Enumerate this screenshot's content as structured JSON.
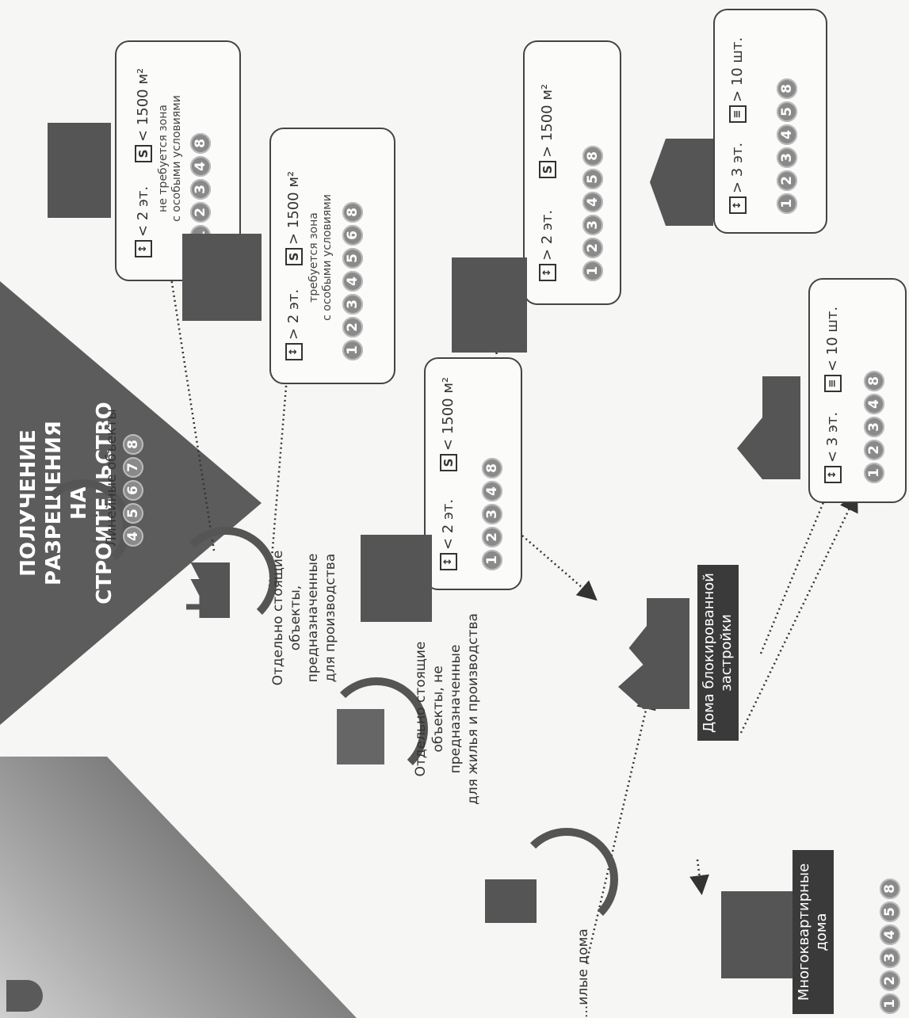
{
  "title": {
    "line1": "ПОЛУЧЕНИЕ",
    "line2": "РАЗРЕШЕНИЯ",
    "line3": "НА СТРОИТЕЛЬСТВО"
  },
  "linear": {
    "label": "Линейные объекты",
    "badges": [
      "4",
      "5",
      "6",
      "7",
      "8"
    ]
  },
  "prod": {
    "label1": "Отдельно стоящие",
    "label2": "объекты, предназначенные",
    "label3": "для производства"
  },
  "nonprod": {
    "label1": "Отдельно стоящие",
    "label2": "объекты, не предназначенные",
    "label3": "для жилья и производства"
  },
  "housing_label": "...илые дома",
  "blocked": {
    "line1": "Дома блокированной",
    "line2": "застройки"
  },
  "mkd": {
    "line1": "Многоквартирные",
    "line2": "дома",
    "badges": [
      "1",
      "2",
      "3",
      "4",
      "5",
      "8"
    ]
  },
  "card_p1": {
    "floors": "< 2 эт.",
    "area": "< 1500 м²",
    "note1": "не требуется зона",
    "note2": "с особыми условиями",
    "badges": [
      "1",
      "2",
      "3",
      "4",
      "8"
    ]
  },
  "card_p2": {
    "floors": "> 2 эт.",
    "area": "> 1500 м²",
    "note1": "требуется зона",
    "note2": "с особыми условиями",
    "badges": [
      "1",
      "2",
      "3",
      "4",
      "5",
      "6",
      "8"
    ]
  },
  "card_n1": {
    "floors": "< 2 эт.",
    "area": "< 1500 м²",
    "badges": [
      "1",
      "2",
      "3",
      "4",
      "8"
    ]
  },
  "card_n2": {
    "floors": "> 2 эт.",
    "area": "> 1500 м²",
    "badges": [
      "1",
      "2",
      "3",
      "4",
      "5",
      "8"
    ]
  },
  "card_b1": {
    "floors": "< 3 эт.",
    "count": "< 10 шт.",
    "badges": [
      "1",
      "2",
      "3",
      "4",
      "8"
    ]
  },
  "card_b2": {
    "floors": "> 3 эт.",
    "count": "> 10 шт.",
    "badges": [
      "1",
      "2",
      "3",
      "4",
      "5",
      "8"
    ]
  },
  "colors": {
    "dark": "#3a3a3a",
    "badge": "#8a8a8a",
    "line": "#333333"
  },
  "icons": [
    "coat-of-arms-icon",
    "power-tower-icon",
    "factory-icon",
    "warehouse-icon",
    "apartment-building-icon",
    "house-icon",
    "floors-icon",
    "area-icon",
    "count-icon"
  ]
}
